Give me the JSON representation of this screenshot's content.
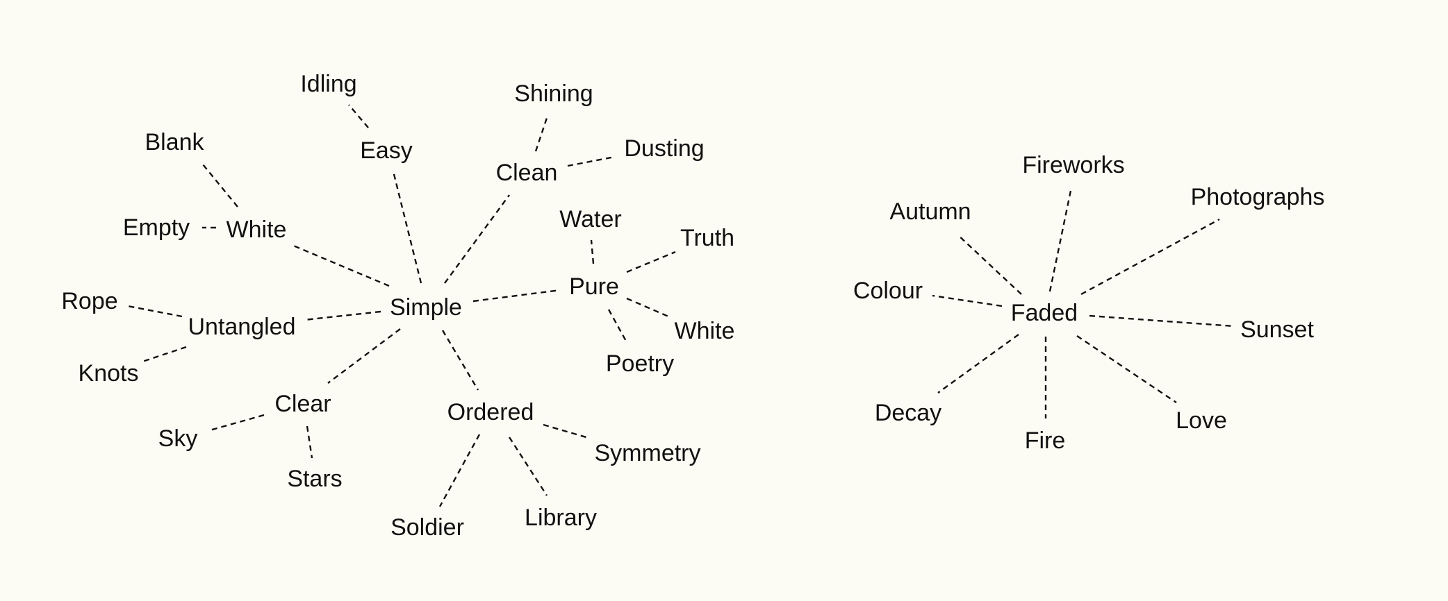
{
  "maps": [
    {
      "root": "Simple",
      "branches": [
        {
          "label": "White",
          "children": [
            "Blank",
            "Empty"
          ]
        },
        {
          "label": "Easy",
          "children": [
            "Idling"
          ]
        },
        {
          "label": "Clean",
          "children": [
            "Shining",
            "Dusting"
          ]
        },
        {
          "label": "Pure",
          "children": [
            "Water",
            "Truth",
            "White",
            "Poetry"
          ]
        },
        {
          "label": "Ordered",
          "children": [
            "Symmetry",
            "Library",
            "Soldier"
          ]
        },
        {
          "label": "Clear",
          "children": [
            "Sky",
            "Stars"
          ]
        },
        {
          "label": "Untangled",
          "children": [
            "Rope",
            "Knots"
          ]
        }
      ]
    },
    {
      "root": "Faded",
      "branches": [
        {
          "label": "Fireworks",
          "children": []
        },
        {
          "label": "Photographs",
          "children": []
        },
        {
          "label": "Sunset",
          "children": []
        },
        {
          "label": "Love",
          "children": []
        },
        {
          "label": "Fire",
          "children": []
        },
        {
          "label": "Decay",
          "children": []
        },
        {
          "label": "Colour",
          "children": []
        },
        {
          "label": "Autumn",
          "children": []
        }
      ]
    }
  ]
}
